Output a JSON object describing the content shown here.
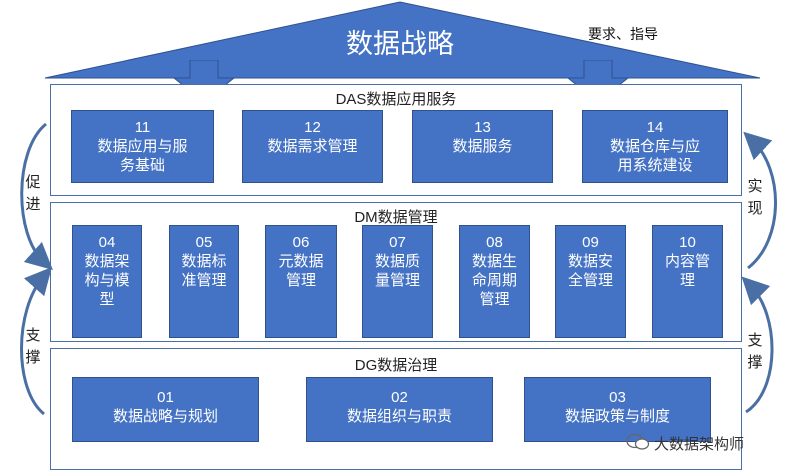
{
  "header": {
    "title": "数据战略",
    "guide": "要求、指导"
  },
  "layers": {
    "das": {
      "title": "DAS数据应用服务",
      "items": [
        {
          "num": "11",
          "label": "数据应用与服\n务基础"
        },
        {
          "num": "12",
          "label": "数据需求管理"
        },
        {
          "num": "13",
          "label": "数据服务"
        },
        {
          "num": "14",
          "label": "数据仓库与应\n用系统建设"
        }
      ]
    },
    "dm": {
      "title": "DM数据管理",
      "items": [
        {
          "num": "04",
          "label": "数据架\n构与模\n型"
        },
        {
          "num": "05",
          "label": "数据标\n准管理"
        },
        {
          "num": "06",
          "label": "元数据\n管理"
        },
        {
          "num": "07",
          "label": "数据质\n量管理"
        },
        {
          "num": "08",
          "label": "数据生\n命周期\n管理"
        },
        {
          "num": "09",
          "label": "数据安\n全管理"
        },
        {
          "num": "10",
          "label": "内容管\n理"
        }
      ]
    },
    "dg": {
      "title": "DG数据治理",
      "items": [
        {
          "num": "01",
          "label": "数据战略与规划"
        },
        {
          "num": "02",
          "label": "数据组织与职责"
        },
        {
          "num": "03",
          "label": "数据政策与制度"
        }
      ]
    }
  },
  "side_labels": {
    "left_top": "促\n进",
    "left_bottom": "支\n撑",
    "right_top": "实\n现",
    "right_bottom": "支\n撑"
  },
  "watermark": "大数据架构师",
  "colors": {
    "box": "#4472c4",
    "roof": "#4472c4",
    "border": "#4a6fa5"
  }
}
